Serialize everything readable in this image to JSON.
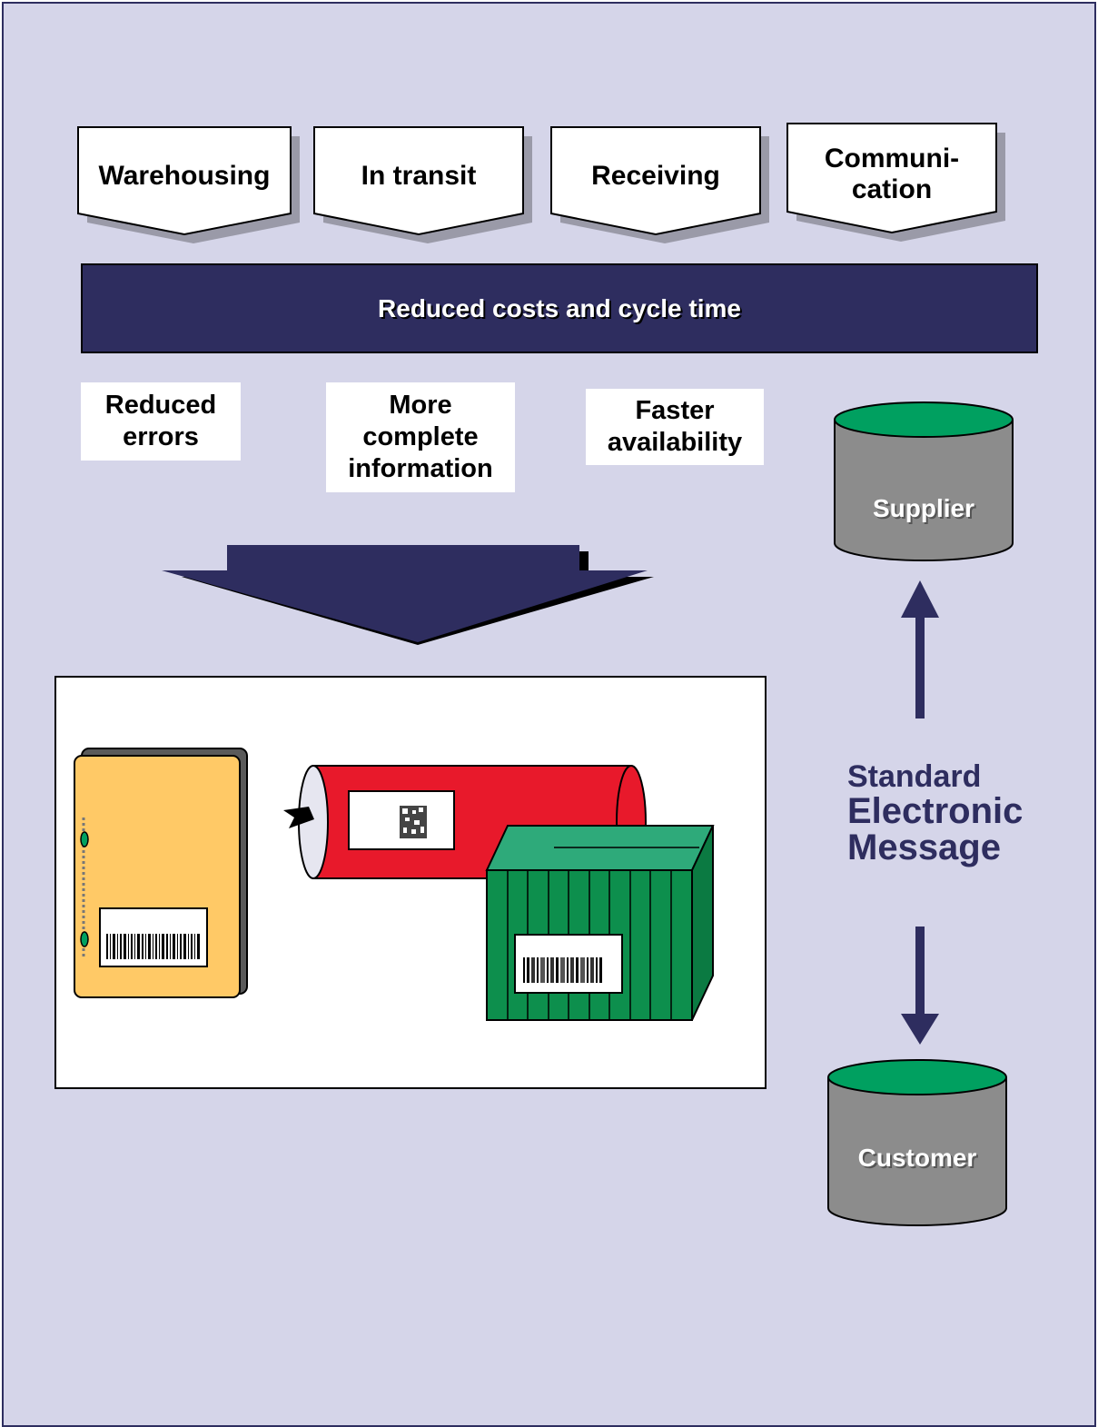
{
  "stages": [
    {
      "label": "Warehousing"
    },
    {
      "label": "In transit"
    },
    {
      "label": "Receiving"
    },
    {
      "label_line1": "Communi-",
      "label_line2": "cation"
    }
  ],
  "banner": {
    "text": "Reduced costs and cycle time"
  },
  "benefits": [
    {
      "line1": "Reduced",
      "line2": "errors"
    },
    {
      "line1": "More",
      "line2": "complete",
      "line3": "information"
    },
    {
      "line1": "Faster",
      "line2": "availability"
    }
  ],
  "databases": {
    "supplier": "Supplier",
    "customer": "Customer"
  },
  "message": {
    "line1": "Standard",
    "line2": "Electronic",
    "line3": "Message"
  },
  "colors": {
    "background": "#d5d5e9",
    "navy": "#2e2d5f",
    "db_top": "#00a060",
    "db_body": "#8c8c8c",
    "folder": "#ffc966",
    "tube": "#e8192b",
    "crate": "#0d8f4d"
  },
  "icons": [
    "down-arrow-icon",
    "folder-icon",
    "tube-icon",
    "crate-icon",
    "barcode-icon",
    "qr-code-icon",
    "up-arrow-icon"
  ]
}
